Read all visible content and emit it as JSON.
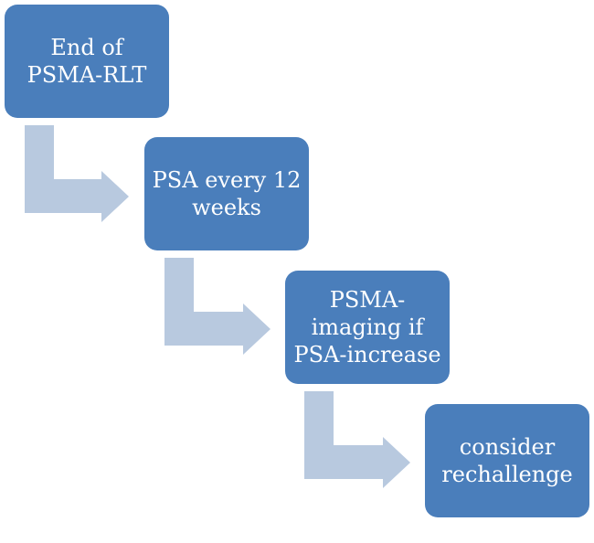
{
  "colors": {
    "box_fill": "#4a7ebb",
    "box_text": "#ffffff",
    "arrow_fill": "#b8c9df",
    "background": "#ffffff"
  },
  "steps": [
    {
      "lines": [
        "End of",
        "PSMA-RLT"
      ]
    },
    {
      "lines": [
        "PSA every 12",
        "weeks"
      ]
    },
    {
      "lines": [
        "PSMA-",
        "imaging if",
        "PSA-increase"
      ]
    },
    {
      "lines": [
        "consider",
        "rechallenge"
      ]
    }
  ]
}
